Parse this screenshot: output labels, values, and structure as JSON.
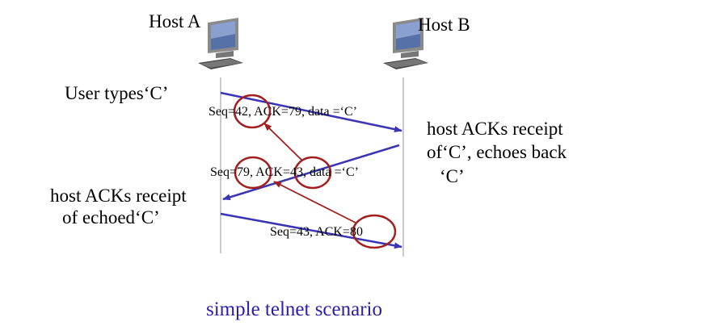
{
  "hosts": {
    "a": {
      "label": "Host A"
    },
    "b": {
      "label": "Host B"
    }
  },
  "events": {
    "user_types": "User types‘C’",
    "b_ack_line1": "host ACKs receipt",
    "b_ack_line2": "of‘C’, echoes back",
    "b_ack_line3": "‘C’",
    "a_ack_line1": "host ACKs receipt",
    "a_ack_line2": "of echoed‘C’"
  },
  "messages": [
    {
      "label": "Seq=42, ACK=79, data =‘C’"
    },
    {
      "label": "Seq=79, ACK=43, data =‘C’"
    },
    {
      "label": "Seq=43, ACK=80"
    }
  ],
  "caption": "simple telnet scenario",
  "colors": {
    "arrow": "#3a35b4",
    "highlight": "#a31f1f",
    "timeline": "#b8b8b8",
    "caption": "#2b1fa6"
  }
}
